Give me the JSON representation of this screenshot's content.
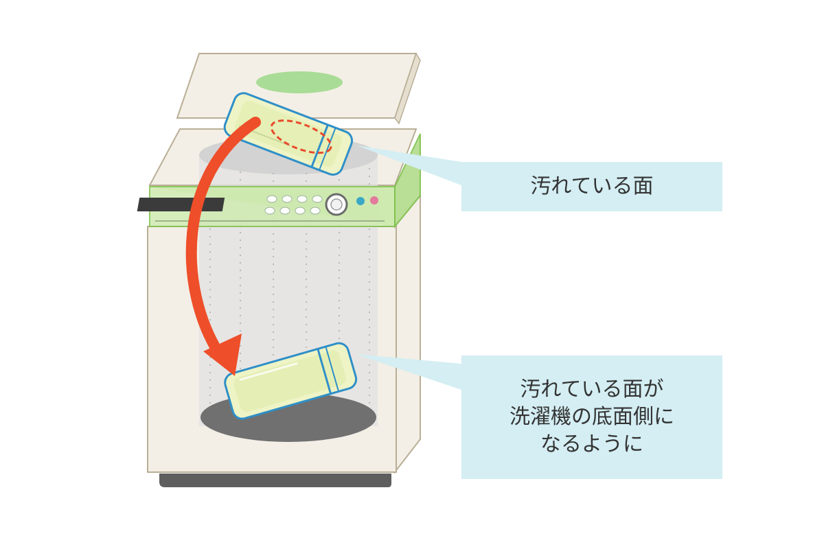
{
  "callouts": {
    "top": {
      "text": "汚れている面"
    },
    "bottom": {
      "lines": [
        "汚れている面が",
        "洗濯機の底面側に",
        "なるように"
      ]
    }
  },
  "colors": {
    "machine_body": "#f3efe6",
    "machine_outline": "#b9ae96",
    "control_panel": "#c6e7a6",
    "control_panel_outline": "#7fc14e",
    "drum": "#e3e3e3",
    "drum_bottom": "#707070",
    "pillow_fill": "#eef4c6",
    "pillow_outline": "#2f8fc8",
    "arrow": "#ee4e2a",
    "dirty_mark": "#e84a2a",
    "callout_bg": "#d4eef3"
  },
  "icons": {
    "machine": "washing-machine-icon",
    "pillow": "pillow-icon",
    "arrow": "curved-arrow-icon"
  }
}
